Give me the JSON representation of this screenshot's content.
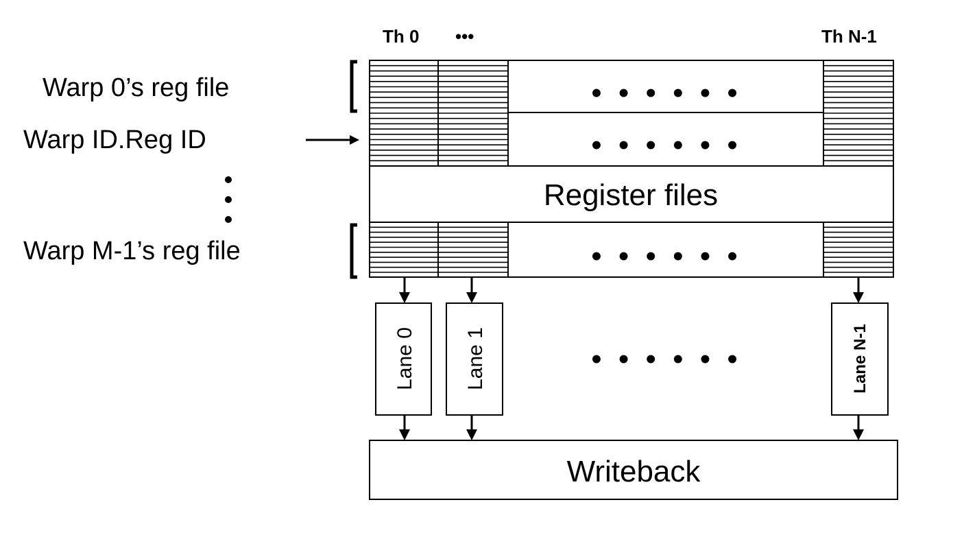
{
  "labels": {
    "warp0": "Warp 0’s reg file",
    "warp_id_reg_id": "Warp ID.Reg ID",
    "warp_m1": "Warp M-1’s reg file",
    "th0": "Th 0",
    "th_ellipsis": "•••",
    "th_n1": "Th N-1",
    "register_files": "Register files",
    "ellipsis": "• • • • • •",
    "lane0": "Lane 0",
    "lane1": "Lane 1",
    "lane_n1": "Lane N-1",
    "writeback": "Writeback"
  }
}
